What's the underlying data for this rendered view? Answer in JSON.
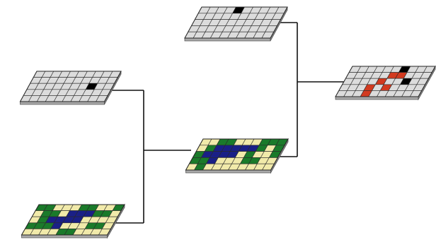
{
  "diagram": {
    "connector_color": "#111111",
    "grid_line_color": "#2a2a2a",
    "grids": [
      {
        "id": "grid-top-left",
        "kind": "gray",
        "cols": 10,
        "rows": 5,
        "cells": {
          "default": "#dcdcdc",
          "marked": [
            [
              2,
              7,
              "#000000"
            ]
          ]
        }
      },
      {
        "id": "grid-bottom-left",
        "kind": "terrain",
        "cols": 10,
        "rows": 5,
        "palette": {
          "g": "#1a7a2a",
          "y": "#f1eaaa",
          "b": "#1a1f86"
        },
        "rows_data": [
          "ggyyyggyyg",
          "yggybbbggy",
          "ygbbbbyyyy",
          "gggbyyyggy",
          "yyyyggyyyy"
        ]
      },
      {
        "id": "grid-top-right",
        "kind": "gray",
        "cols": 10,
        "rows": 5,
        "cells": {
          "default": "#dcdcdc",
          "marked": [
            [
              0,
              4,
              "#000000"
            ]
          ]
        }
      },
      {
        "id": "grid-middle",
        "kind": "terrain",
        "cols": 10,
        "rows": 5,
        "palette": {
          "g": "#1a7a2a",
          "y": "#f1eaaa",
          "b": "#1a1f86"
        },
        "rows_data": [
          "yyggyyyggg",
          "ygbbbbbgyg",
          "gbbbbygyyg",
          "ggbyyyggyy",
          "ygyyyyyyyy"
        ]
      },
      {
        "id": "grid-result",
        "kind": "result",
        "cols": 10,
        "rows": 5,
        "cells": {
          "default": "#dcdcdc",
          "marked": [
            [
              0,
              6,
              "#000000"
            ],
            [
              1,
              5,
              "#d23a1f"
            ],
            [
              1,
              6,
              "#d23a1f"
            ],
            [
              2,
              4,
              "#d23a1f"
            ],
            [
              2,
              7,
              "#000000"
            ],
            [
              3,
              3,
              "#d23a1f"
            ],
            [
              3,
              5,
              "#d23a1f"
            ],
            [
              4,
              3,
              "#d23a1f"
            ]
          ]
        }
      }
    ]
  }
}
